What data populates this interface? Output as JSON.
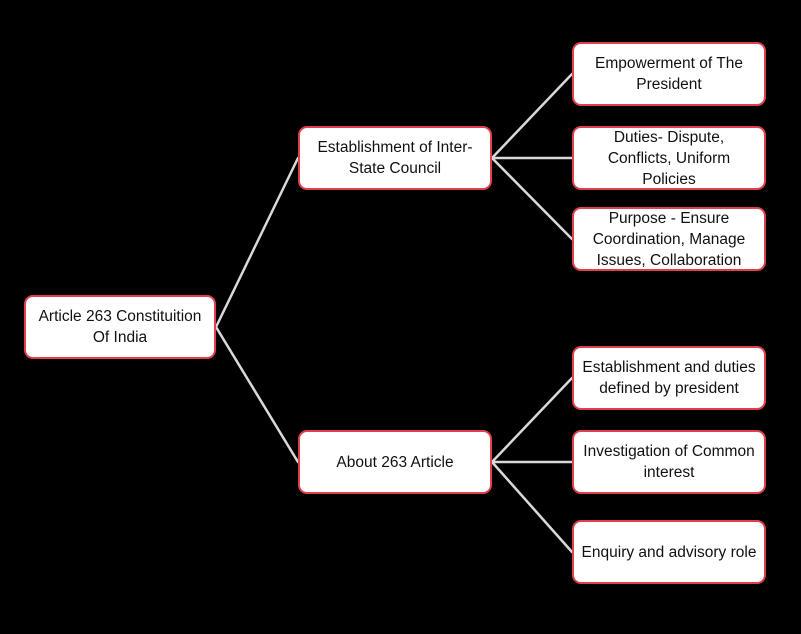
{
  "diagram": {
    "root": {
      "label": "Article 263 Constituition Of India"
    },
    "branches": [
      {
        "label": "Establishment of Inter-State Council",
        "children": [
          {
            "label": "Empowerment of The President"
          },
          {
            "label": "Duties- Dispute, Conflicts, Uniform Policies"
          },
          {
            "label": "Purpose - Ensure Coordination, Manage Issues, Collaboration"
          }
        ]
      },
      {
        "label": "About 263 Article",
        "children": [
          {
            "label": "Establishment and duties defined by president"
          },
          {
            "label": "Investigation of Common interest"
          },
          {
            "label": "Enquiry and advisory role"
          }
        ]
      }
    ],
    "colors": {
      "background": "#000000",
      "node_fill": "#ffffff",
      "node_border": "#e0404a",
      "connector": "#d9d9d9",
      "text": "#111111"
    }
  }
}
